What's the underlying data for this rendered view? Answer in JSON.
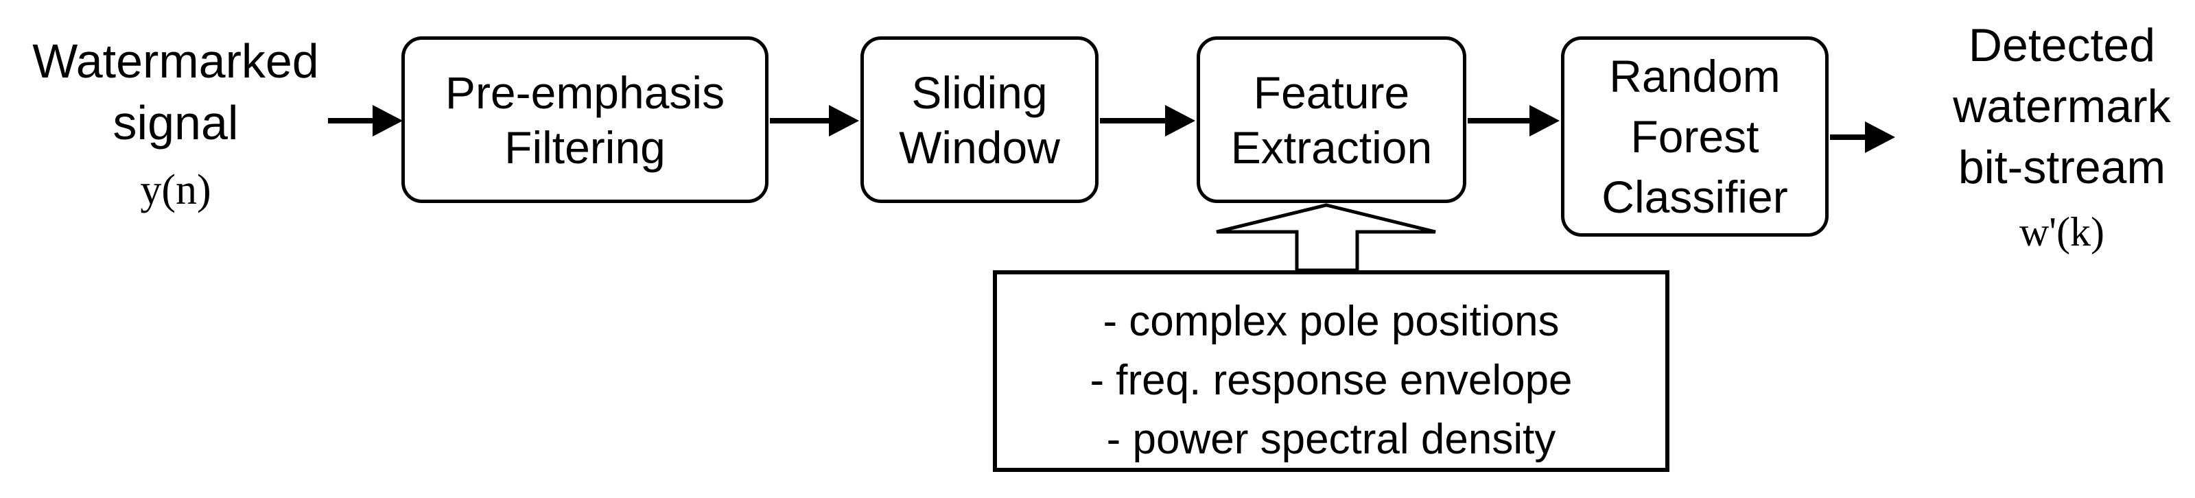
{
  "diagram": {
    "colors": {
      "stroke": "#000000",
      "background": "#ffffff"
    },
    "input_label": {
      "lines": [
        "Watermarked",
        "signal"
      ],
      "symbol": "y(n)"
    },
    "blocks": [
      {
        "id": "pre-emphasis-filtering",
        "lines": [
          "Pre-emphasis",
          "Filtering"
        ]
      },
      {
        "id": "sliding-window",
        "lines": [
          "Sliding",
          "Window"
        ]
      },
      {
        "id": "feature-extraction",
        "lines": [
          "Feature",
          "Extraction"
        ]
      },
      {
        "id": "random-forest-classifier",
        "lines": [
          "Random",
          "Forest",
          "Classifier"
        ]
      }
    ],
    "features_box": {
      "items": [
        "- complex pole positions",
        "- freq. response envelope",
        "- power spectral density"
      ]
    },
    "output_label": {
      "lines": [
        "Detected",
        "watermark",
        "bit-stream"
      ],
      "symbol": "w'(k)"
    }
  }
}
